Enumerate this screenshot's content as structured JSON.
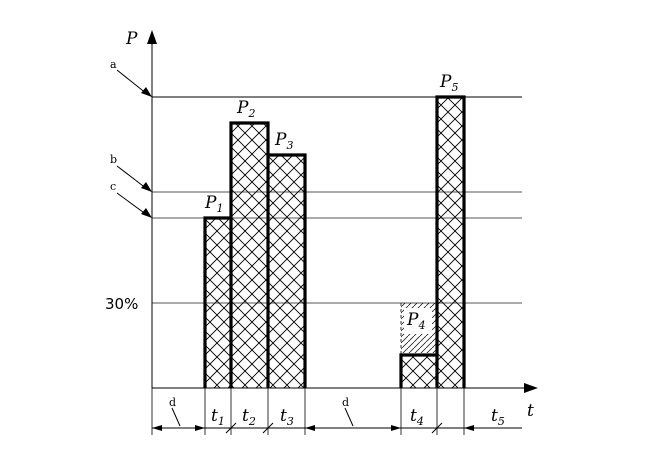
{
  "axes": {
    "y_label": "P",
    "x_label": "t"
  },
  "level_lines": [
    {
      "name": "a"
    },
    {
      "name": "b"
    },
    {
      "name": "c"
    },
    {
      "name": "30%"
    }
  ],
  "bars": [
    {
      "label": "P",
      "sub": "1"
    },
    {
      "label": "P",
      "sub": "2"
    },
    {
      "label": "P",
      "sub": "3"
    },
    {
      "label": "P",
      "sub": "4"
    },
    {
      "label": "P",
      "sub": "5"
    }
  ],
  "intervals": [
    {
      "label": "d",
      "sub": ""
    },
    {
      "label": "t",
      "sub": "1"
    },
    {
      "label": "t",
      "sub": "2"
    },
    {
      "label": "t",
      "sub": "3"
    },
    {
      "label": "d",
      "sub": ""
    },
    {
      "label": "t",
      "sub": "4"
    },
    {
      "label": "t",
      "sub": "5"
    }
  ],
  "pct_label": "30%"
}
